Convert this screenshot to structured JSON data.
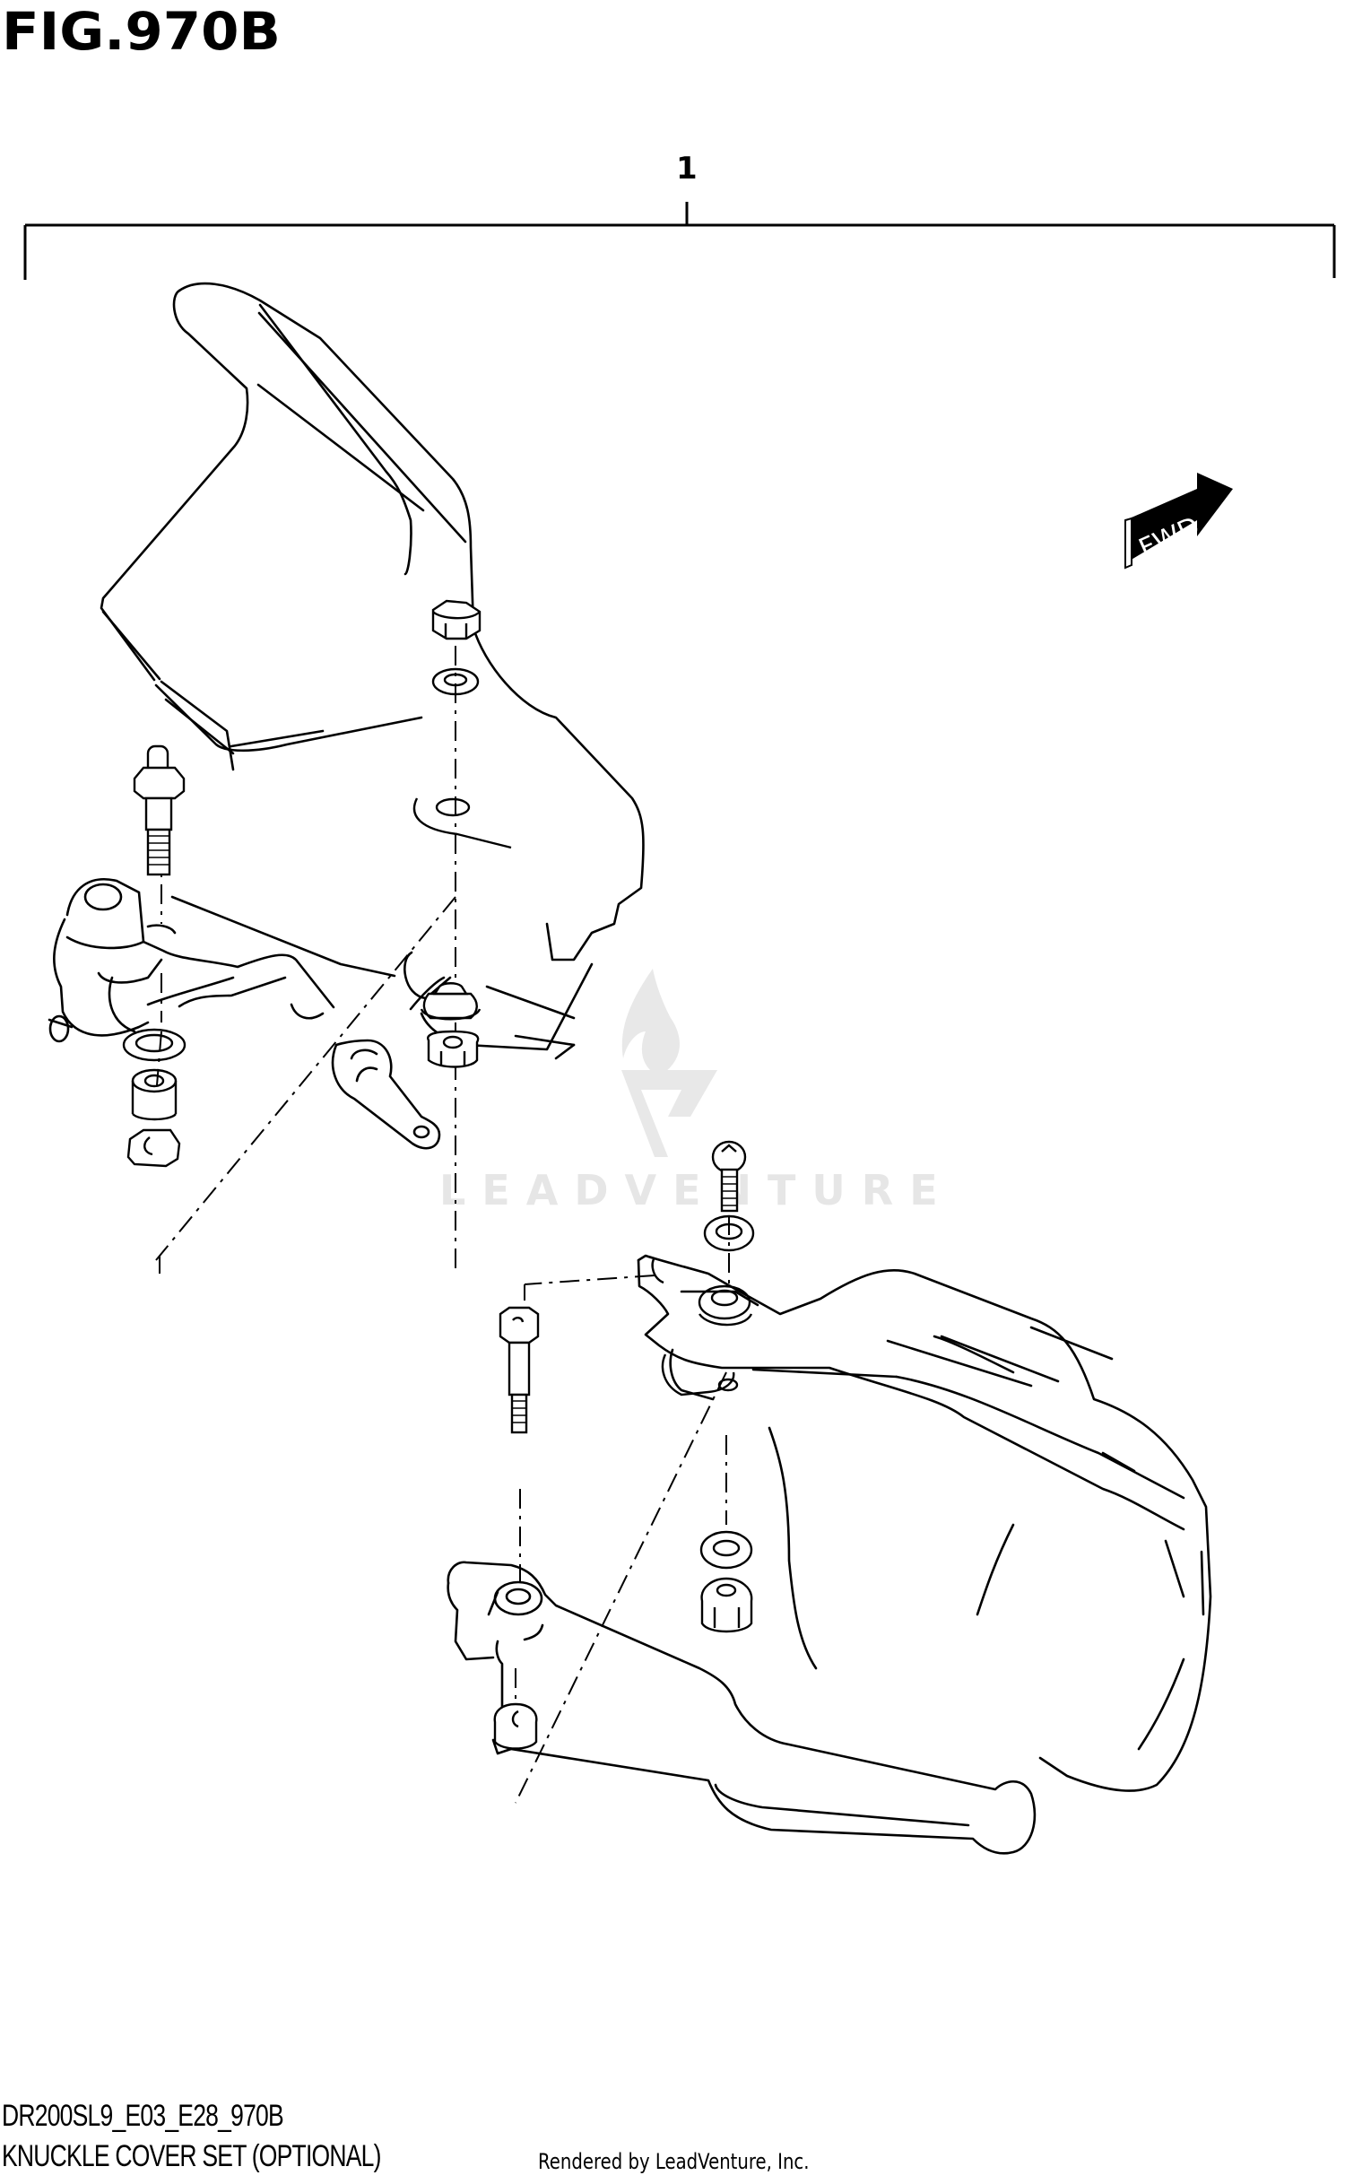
{
  "figure": {
    "title": "FIG.970B",
    "reference_numbers": [
      {
        "label": "1",
        "description": "Knuckle cover set bracket callout"
      }
    ]
  },
  "direction_indicator": {
    "label": "FWD",
    "icon": "forward-arrow-icon"
  },
  "watermark": {
    "text": "LEADVENTURE",
    "icon": "leadventure-flame-logo-icon",
    "color": "#e6e6e6"
  },
  "footer": {
    "diagram_code": "DR200SL9_E03_E28_970B",
    "diagram_name": "KNUCKLE COVER SET (OPTIONAL)",
    "rendered_by": "Rendered by LeadVenture, Inc."
  },
  "colors": {
    "line": "#000000",
    "background": "#ffffff",
    "watermark": "#e6e6e6"
  },
  "parts": [
    {
      "name": "left-knuckle-cover",
      "group": "upper-left"
    },
    {
      "name": "left-hex-nut-upper",
      "group": "upper-left"
    },
    {
      "name": "left-washer-upper",
      "group": "upper-left"
    },
    {
      "name": "left-stud-bolt",
      "group": "upper-left"
    },
    {
      "name": "left-clutch-lever-holder",
      "group": "upper-left"
    },
    {
      "name": "left-washer-lower",
      "group": "upper-left"
    },
    {
      "name": "left-spacer-collar",
      "group": "upper-left"
    },
    {
      "name": "left-nut-lower",
      "group": "upper-left"
    },
    {
      "name": "left-grommet-nut",
      "group": "upper-left"
    },
    {
      "name": "left-cap-nut",
      "group": "upper-left"
    },
    {
      "name": "left-lever-end-cap",
      "group": "upper-left"
    },
    {
      "name": "right-knuckle-cover",
      "group": "lower-right"
    },
    {
      "name": "right-screw",
      "group": "lower-right"
    },
    {
      "name": "right-washer-upper",
      "group": "lower-right"
    },
    {
      "name": "right-bolt",
      "group": "lower-right"
    },
    {
      "name": "right-brake-lever",
      "group": "lower-right"
    },
    {
      "name": "right-washer-lower",
      "group": "lower-right"
    },
    {
      "name": "right-cap-nut",
      "group": "lower-right"
    },
    {
      "name": "right-nut-lower",
      "group": "lower-right"
    }
  ]
}
